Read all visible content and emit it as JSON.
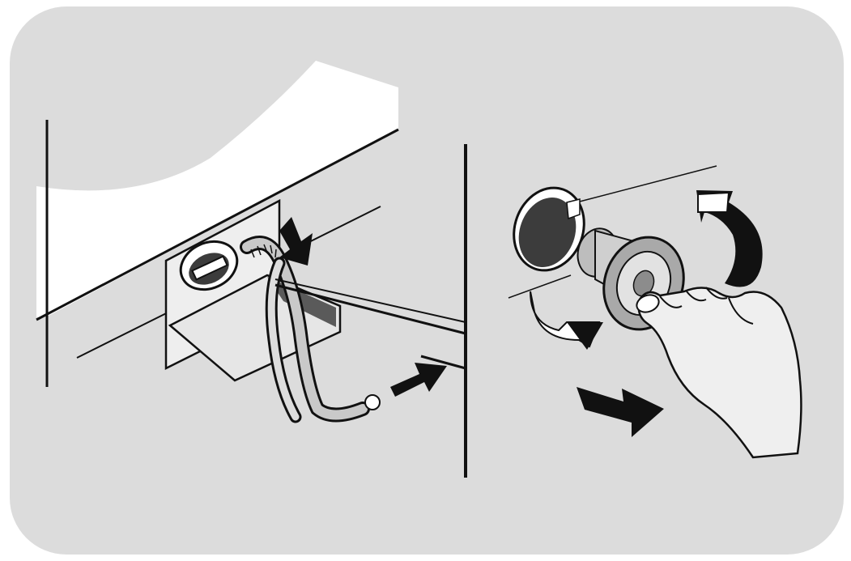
{
  "diagram": {
    "panel_color": "#dcdcdc",
    "line_color": "#111111",
    "fill_light": "#ffffff",
    "fill_shade": "#b9b9b9",
    "fill_dark": "#3c3c3c",
    "steps": [
      {
        "name": "drain-hose-step",
        "icons": [
          "appliance-corner",
          "drain-hose",
          "hose-clip",
          "cap-icon",
          "insert-arrow-icon",
          "push-arrow-icon"
        ]
      },
      {
        "name": "filter-removal-step",
        "icons": [
          "filter-cover",
          "drain-filter",
          "hand-icon",
          "rotate-arrow-icon",
          "pull-arrow-icon"
        ]
      }
    ]
  }
}
